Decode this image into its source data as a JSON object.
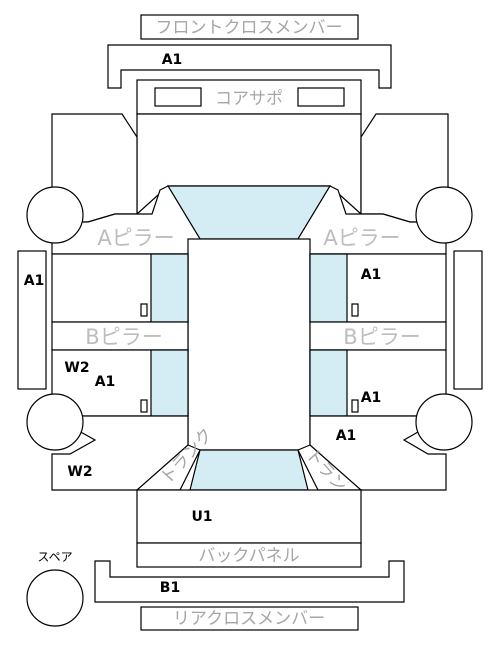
{
  "colors": {
    "glass": "#d4edf4",
    "stroke": "#000000",
    "label_gray": "#a6a6a6"
  },
  "labels": {
    "front_cross_member": "フロントクロスメンバー",
    "core_support": "コアサポ",
    "a_pillar": "Aピラー",
    "b_pillar": "Bピラー",
    "back_panel": "バックパネル",
    "rear_cross_member": "リアクロスメンバー",
    "spare": "スペア",
    "trunk": "トランク"
  },
  "codes": {
    "front_member": "A1",
    "left_sill": "A1",
    "right_front_door": "A1",
    "right_rear_door": "A1",
    "right_rear_fender": "A1",
    "left_rear_door_a": "A1",
    "left_rear_door_w": "W2",
    "left_quarter": "W2",
    "trunk_floor": "U1",
    "rear_member": "B1"
  }
}
